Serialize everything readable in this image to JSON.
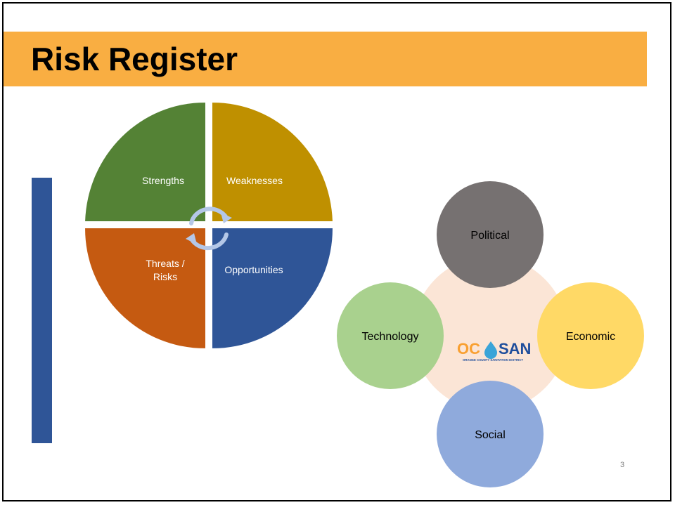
{
  "slide": {
    "title": "Risk Register",
    "page_number": "3"
  },
  "swot": {
    "quadrants": [
      {
        "label": "Strengths",
        "color": "#548235"
      },
      {
        "label": "Weaknesses",
        "color": "#bf9000"
      },
      {
        "label_lines": [
          "Threats /",
          "Risks"
        ],
        "color": "#c55a11"
      },
      {
        "label": "Opportunities",
        "color": "#2f5597"
      }
    ],
    "cycle_arrow_color": "#b4c7e7",
    "cycle_arrow_icon": "circular-arrows-icon"
  },
  "pest": {
    "center_color": "#fbe5d6",
    "logo_text_oc": "OC",
    "logo_text_san": "SAN",
    "logo_subtitle": "ORANGE COUNTY SANITATION DISTRICT",
    "logo_colors": {
      "oc": "#f9a031",
      "drop": "#3aa4d8",
      "san": "#1f4e9c"
    },
    "factors": [
      {
        "label": "Political",
        "color": "#767171"
      },
      {
        "label": "Economic",
        "color": "#ffd966"
      },
      {
        "label": "Social",
        "color": "#8faadc"
      },
      {
        "label": "Technology",
        "color": "#a9d18e"
      }
    ]
  },
  "accent": {
    "left_bar_color": "#2f5597",
    "title_bar_color": "#f9ae42"
  }
}
